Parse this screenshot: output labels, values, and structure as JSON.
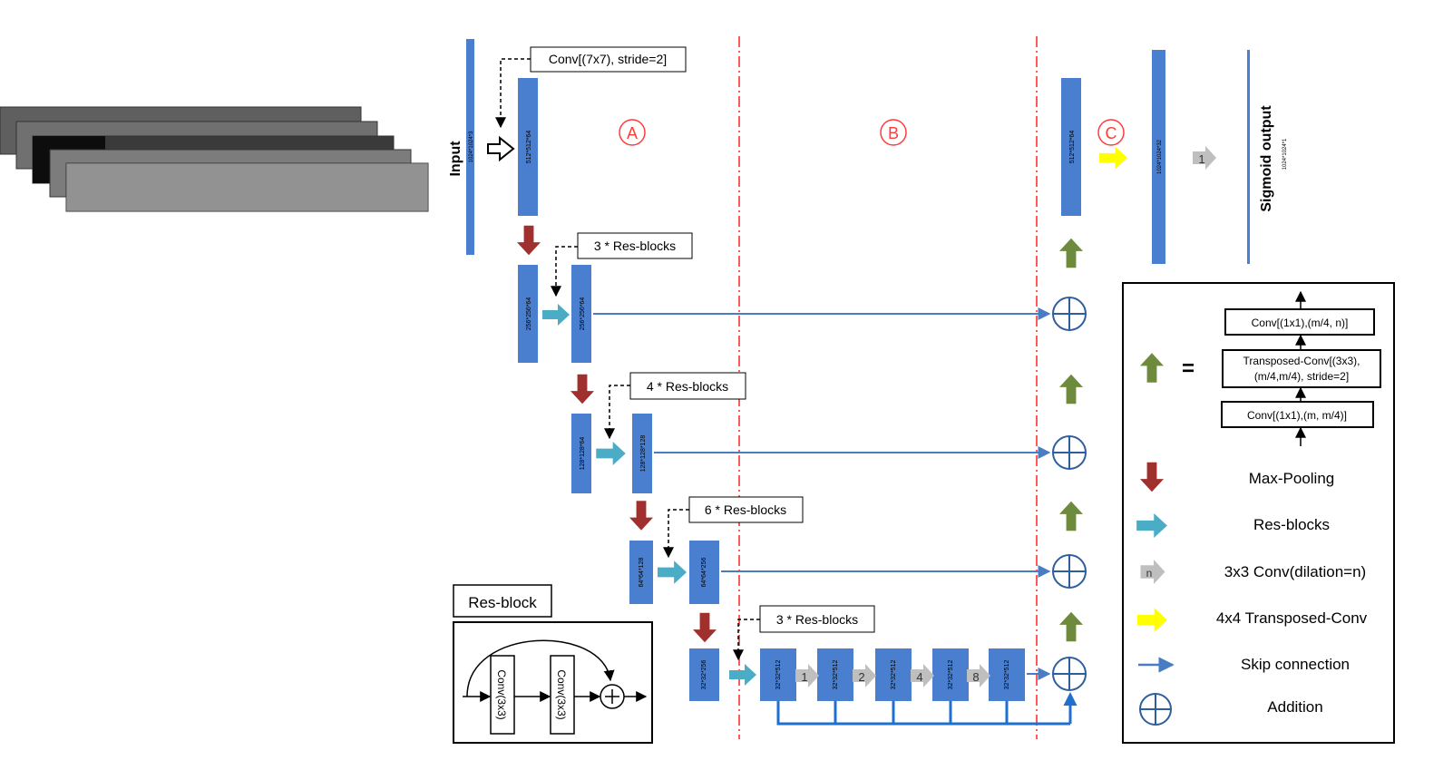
{
  "input": {
    "label": "Input",
    "dims": "1024*1024*3"
  },
  "boxes": {
    "conv7": "Conv[(7x7), stride=2]",
    "res3a": "3 * Res-blocks",
    "res4": "4 * Res-blocks",
    "res6": "6 * Res-blocks",
    "res3b": "3 * Res-blocks"
  },
  "sections": {
    "a": "A",
    "b": "B",
    "c": "C"
  },
  "blocks": {
    "conv1": "512*512*64",
    "s1_in": "256*256*64",
    "s1_out": "256*256*64",
    "s2_in": "128*128*64",
    "s2_out": "128*128*128",
    "s3_in": "64*64*128",
    "s3_out": "64*64*256",
    "s4_in": "32*32*256",
    "d1": "32*32*512",
    "d2": "32*32*512",
    "d3": "32*32*512",
    "d4": "32*32*512",
    "d5": "32*32*512",
    "dec_top": "512*512*64",
    "full": "1024*1024*32"
  },
  "dilations": [
    "1",
    "2",
    "4",
    "8"
  ],
  "final_conv": "1",
  "output": {
    "label": "Sigmoid output",
    "dims": "1024*1024*1"
  },
  "resblock_inset": {
    "title": "Res-block",
    "conv1": "Conv(3x3)",
    "conv2": "Conv(3x3)"
  },
  "legend": {
    "equals": "=",
    "up_stack": [
      "Conv[(1x1),(m/4, n)]",
      "Transposed-Conv[(3x3),",
      "(m/4,m/4), stride=2]",
      "Conv[(1x1),(m, m/4)]"
    ],
    "dilation_symbol": "n",
    "items": [
      "Max-Pooling",
      "Res-blocks",
      "3x3 Conv(dilation=n)",
      "4x4 Transposed-Conv",
      "Skip connection",
      "Addition"
    ]
  },
  "colors": {
    "block": "#4a7fcf",
    "pool": "#a0302d",
    "res": "#4bacc6",
    "up": "#6e8b3d",
    "dilated": "#bfbfbf",
    "transposed": "#ffff00",
    "skip": "#4a7cc4",
    "divider": "#ff5a5a",
    "section": "#ff3b3b"
  }
}
